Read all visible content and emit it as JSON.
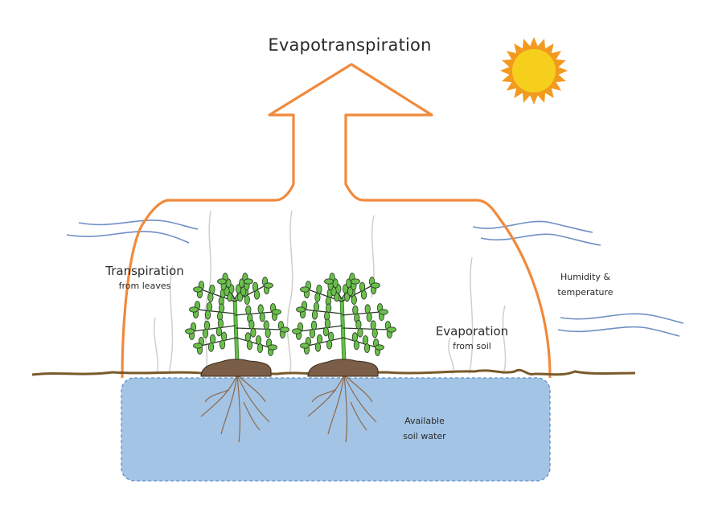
{
  "title": "Evapotranspiration",
  "labels": {
    "transpiration": {
      "main": "Transpiration",
      "sub": "from leaves"
    },
    "evaporation": {
      "main": "Evaporation",
      "sub": "from soil"
    },
    "humidity": {
      "line1": "Humidity &",
      "line2": "temperature"
    },
    "soil_water": {
      "line1": "Available",
      "line2": "soil water"
    }
  },
  "colors": {
    "arrow": "#f08a3c",
    "wind": "#6f8fc4",
    "soil_water": "#a4c4e6",
    "soil_water_border": "#5c90c8",
    "ground": "#7a5a2a",
    "mound": "#7a5e48",
    "leaf": "#6abf4b",
    "roots": "#8a6a4a",
    "vapor": "#cccccc",
    "sun_outer": "#f29a1f",
    "sun_inner": "#f6cf1c"
  },
  "icons": [
    "sun-icon",
    "plant-icon",
    "wind-icon",
    "vapor-icon",
    "roots-icon"
  ]
}
